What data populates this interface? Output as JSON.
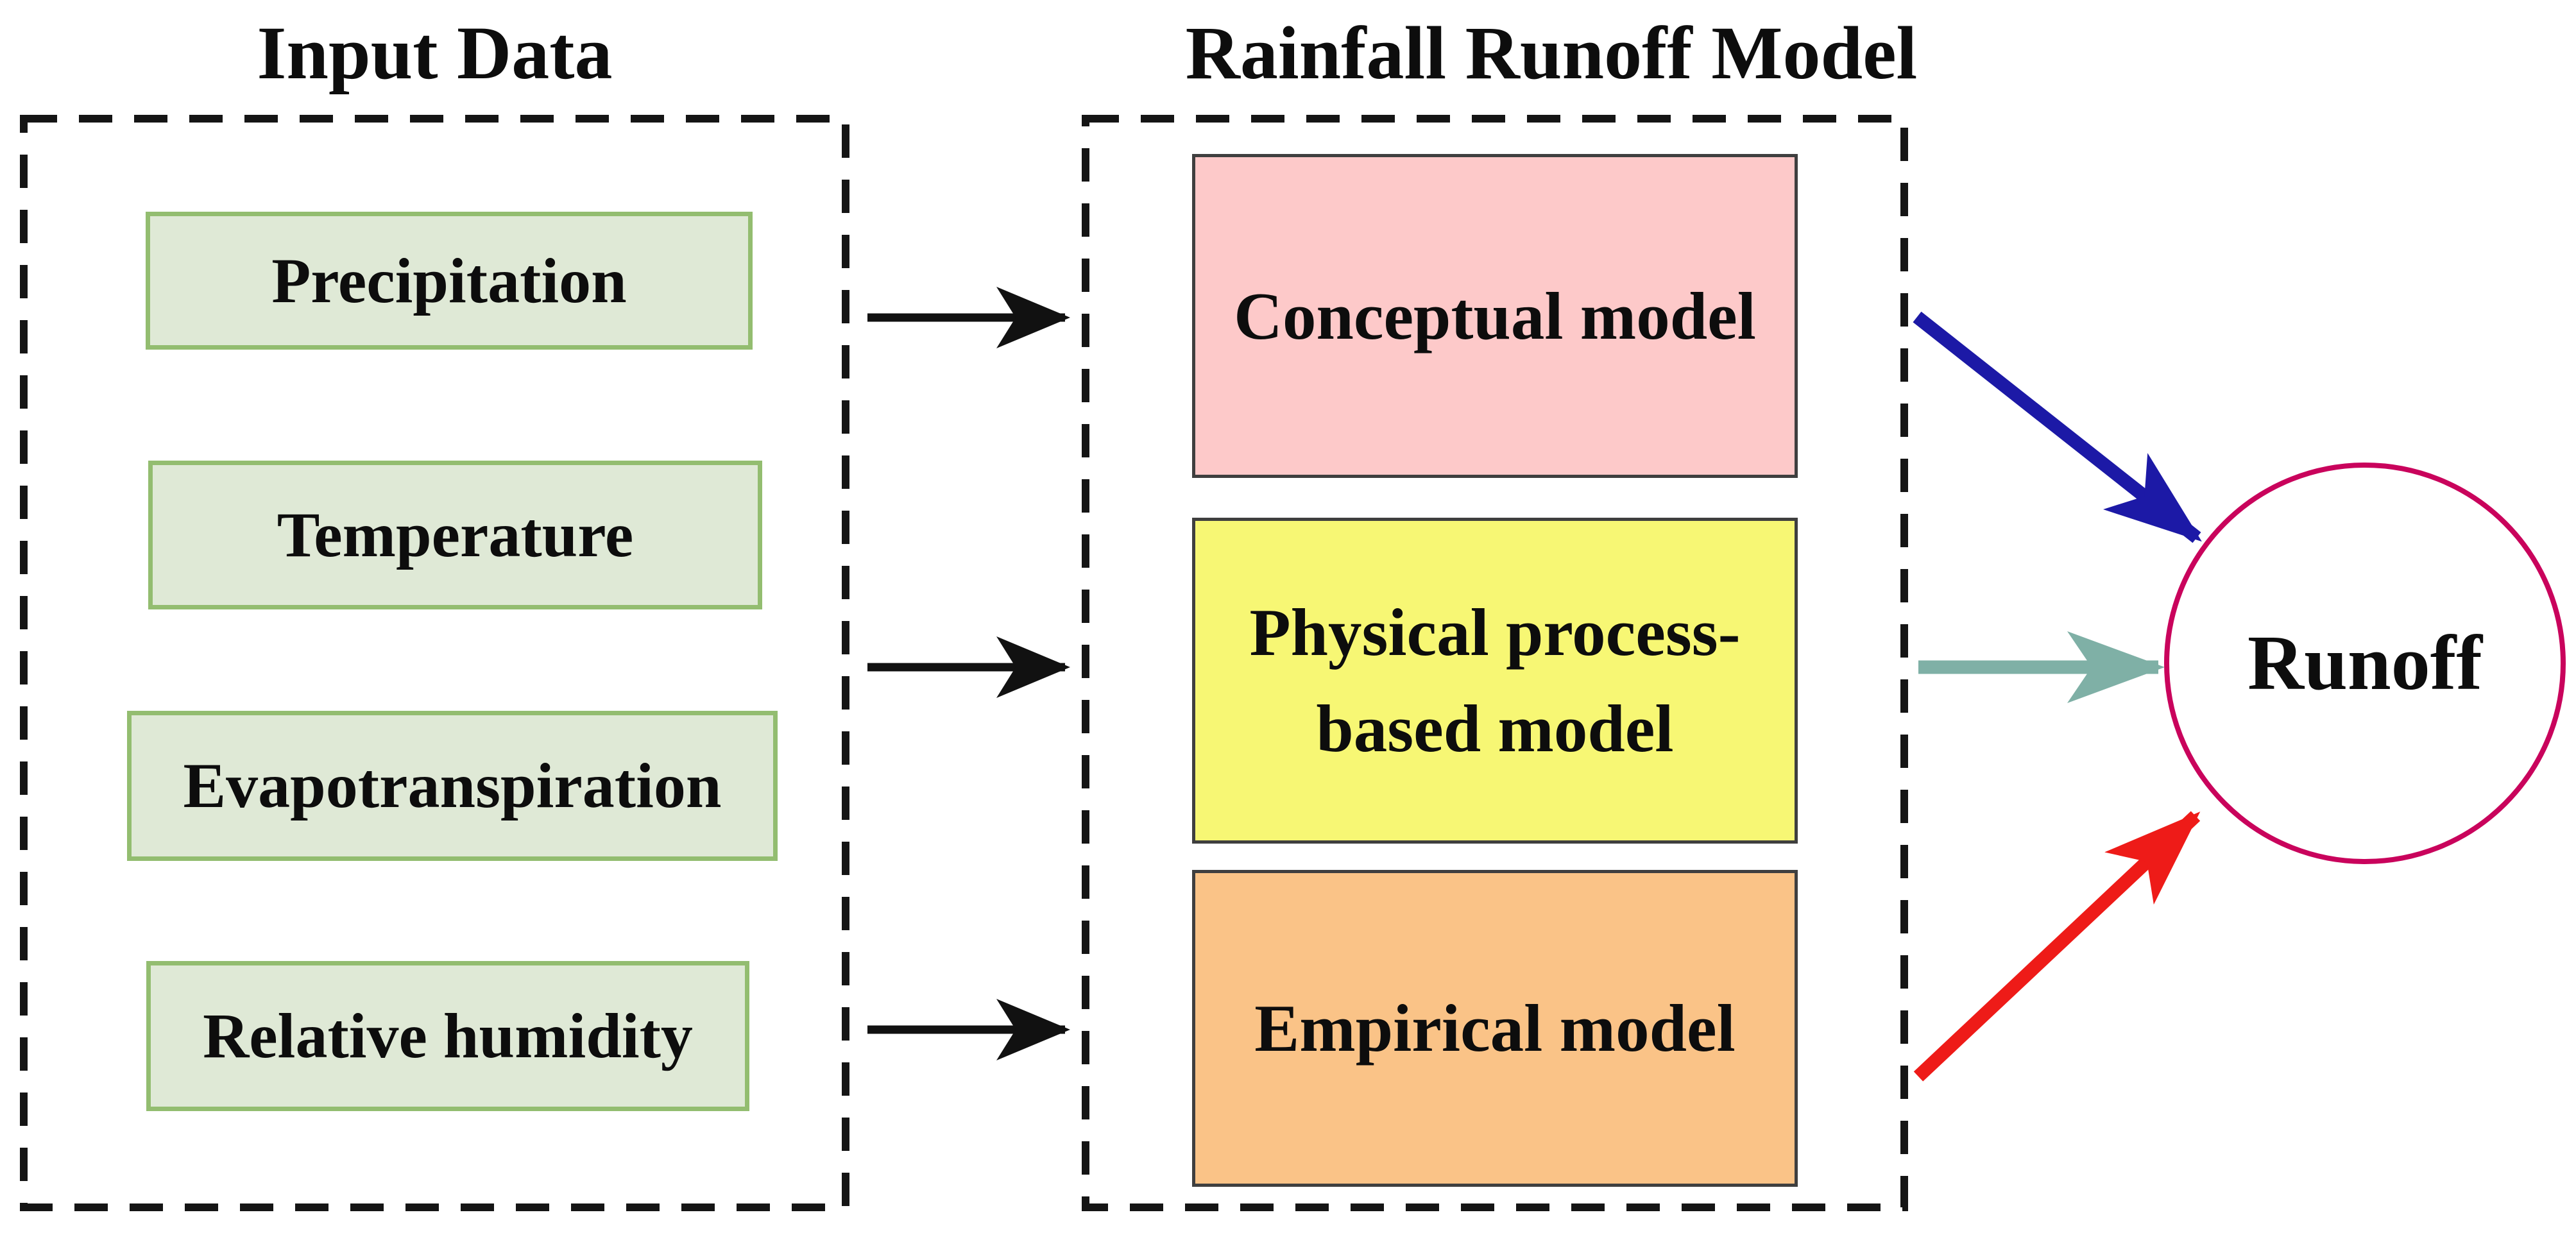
{
  "input_panel": {
    "title": "Input Data",
    "items": [
      {
        "label": "Precipitation"
      },
      {
        "label": "Temperature"
      },
      {
        "label": "Evapotranspiration"
      },
      {
        "label": "Relative humidity"
      }
    ]
  },
  "model_panel": {
    "title": "Rainfall Runoff Model",
    "items": [
      {
        "label": "Conceptual model"
      },
      {
        "label": "Physical process-\nbased model"
      },
      {
        "label": "Empirical model"
      }
    ]
  },
  "output": {
    "label": "Runoff"
  },
  "colors": {
    "background": "#ffffff",
    "text": "#0d0d0d",
    "dashed_border": "#151515",
    "input_box_fill": "#dfe9d6",
    "input_box_border": "#93bd70",
    "model_box_border": "#3f3f3f",
    "conceptual_fill": "#fdc9c9",
    "physical_fill": "#f7f774",
    "empirical_fill": "#fac387",
    "runoff_circle_stroke": "#c9035c",
    "runoff_circle_fill": "#ffffff",
    "arrow_black": "#111111",
    "arrow_blue": "#1c19a6",
    "arrow_teal": "#7fb0a6",
    "arrow_red": "#ee1b18"
  }
}
